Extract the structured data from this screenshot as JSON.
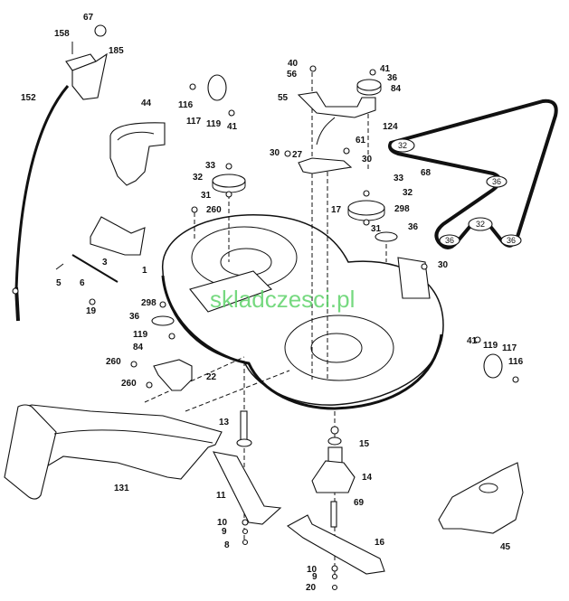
{
  "diagram": {
    "watermark": "skladczesci.pl",
    "labels": [
      "67",
      "158",
      "185",
      "152",
      "44",
      "116",
      "117",
      "119",
      "41",
      "40",
      "56",
      "41",
      "36",
      "84",
      "55",
      "124",
      "61",
      "30",
      "27",
      "30",
      "68",
      "33",
      "32",
      "31",
      "260",
      "17",
      "33",
      "32",
      "298",
      "31",
      "36",
      "3",
      "1",
      "5",
      "6",
      "19",
      "30",
      "298",
      "36",
      "119",
      "84",
      "260",
      "22",
      "260",
      "41",
      "119",
      "117",
      "116",
      "13",
      "15",
      "14",
      "131",
      "11",
      "69",
      "10",
      "9",
      "16",
      "8",
      "45",
      "10",
      "9",
      "20"
    ],
    "belt_pulleys": [
      "32",
      "36",
      "32",
      "36",
      "36"
    ]
  }
}
